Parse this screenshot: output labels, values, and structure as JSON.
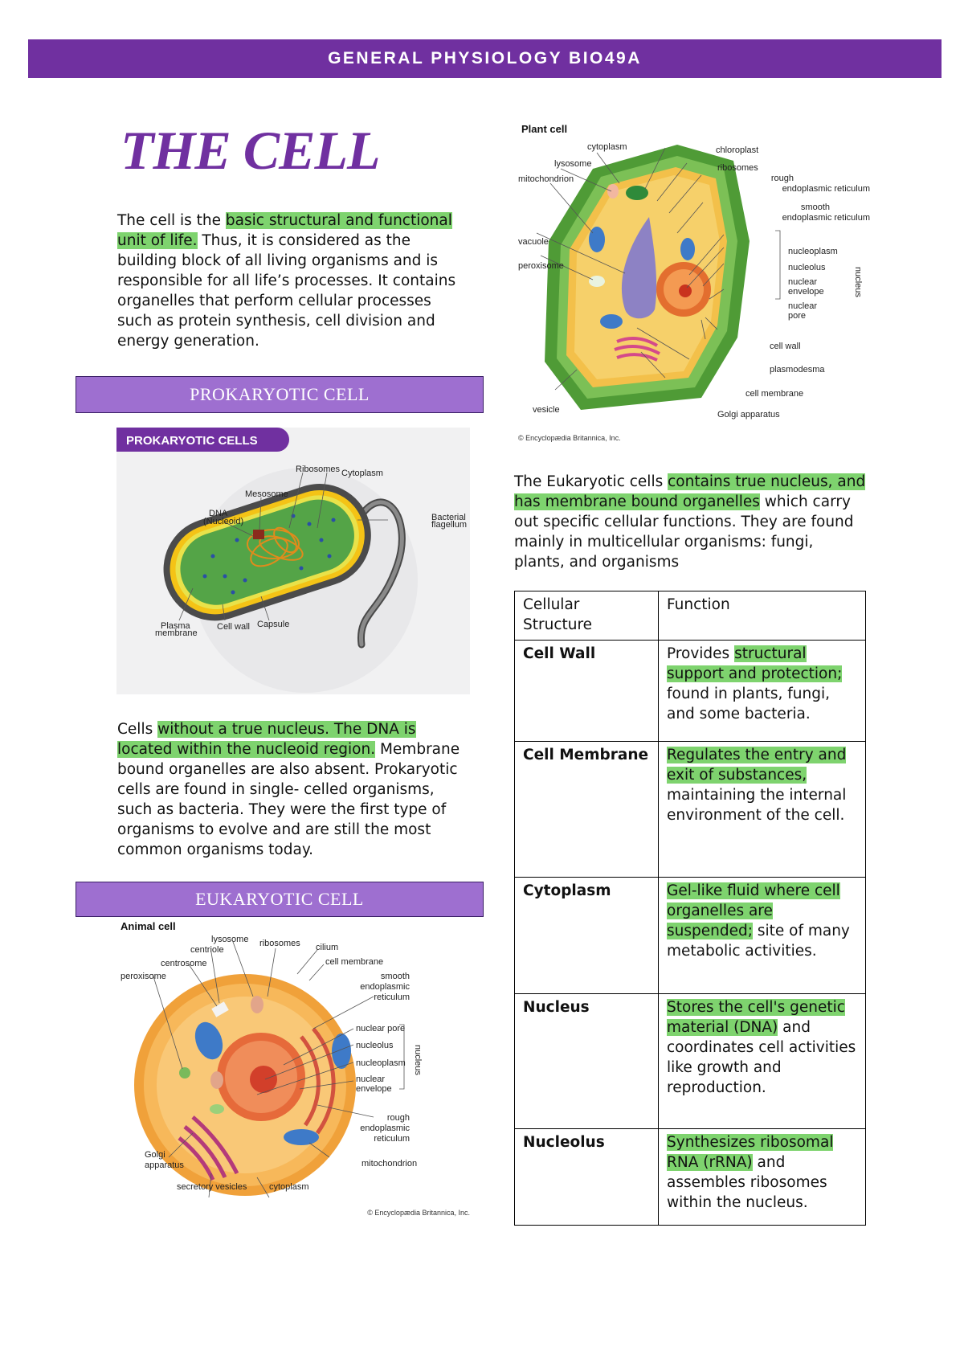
{
  "header": {
    "title": "GENERAL PHYSIOLOGY BIO49A"
  },
  "page_title": "THE CELL",
  "intro": {
    "pre": "The cell is the ",
    "highlight": "basic structural and functional unit of life.",
    "post": " Thus, it is considered as the building block of all living organisms and is responsible for all life’s processes. It contains organelles that perform cellular processes such as protein synthesis, cell division and energy generation."
  },
  "sections": {
    "prokaryotic": "PROKARYOTIC CELL",
    "eukaryotic": "EUKARYOTIC CELL"
  },
  "prokaryotic_figure": {
    "banner": "PROKARYOTIC CELLS",
    "labels": {
      "ribosomes": "Ribosomes",
      "cytoplasm": "Cytoplasm",
      "mesosome": "Mesosome",
      "dna": "DNA",
      "nucleoid": "(Nucleoid)",
      "flagellum_1": "Bacterial",
      "flagellum_2": "flagellum",
      "plasma_1": "Plasma",
      "plasma_2": "membrane",
      "cell_wall": "Cell wall",
      "capsule": "Capsule"
    }
  },
  "prokaryotic_text": {
    "pre": "Cells ",
    "highlight": "without a true nucleus. The DNA is located within the nucleoid region.",
    "post": " Membrane bound organelles are also absent. Prokaryotic cells are found in single- celled organisms, such as bacteria. They were the first type of organisms to evolve and are still the most common organisms today."
  },
  "animal_figure": {
    "title": "Animal cell",
    "credit": "© Encyclopædia Britannica, Inc.",
    "labels": {
      "lysosome": "lysosome",
      "ribosomes": "ribosomes",
      "centriole": "centriole",
      "cilium": "cilium",
      "centrosome": "centrosome",
      "cell_membrane": "cell membrane",
      "peroxisome": "peroxisome",
      "smooth_1": "smooth",
      "smooth_2": "endoplasmic",
      "smooth_3": "reticulum",
      "nuclear_pore": "nuclear pore",
      "nucleolus": "nucleolus",
      "nucleoplasm": "nucleoplasm",
      "nuclear_env_1": "nuclear",
      "nuclear_env_2": "envelope",
      "nucleus": "nucleus",
      "rough_1": "rough",
      "rough_2": "endoplasmic",
      "rough_3": "reticulum",
      "golgi_1": "Golgi",
      "golgi_2": "apparatus",
      "mitochondrion": "mitochondrion",
      "secretory": "secretory vesicles",
      "cytoplasm": "cytoplasm"
    }
  },
  "plant_figure": {
    "title": "Plant cell",
    "credit": "© Encyclopædia Britannica, Inc.",
    "labels": {
      "cytoplasm": "cytoplasm",
      "lysosome": "lysosome",
      "mitochondrion": "mitochondrion",
      "chloroplast": "chloroplast",
      "ribosomes": "ribosomes",
      "rough_1": "rough",
      "rough_2": "endoplasmic reticulum",
      "smooth_1": "smooth",
      "smooth_2": "endoplasmic reticulum",
      "vacuole": "vacuole",
      "peroxisome": "peroxisome",
      "nucleoplasm": "nucleoplasm",
      "nucleolus": "nucleolus",
      "nuclear_env_1": "nuclear",
      "nuclear_env_2": "envelope",
      "nuclear_pore_1": "nuclear",
      "nuclear_pore_2": "pore",
      "nucleus": "nucleus",
      "cell_wall": "cell wall",
      "plasmodesma": "plasmodesma",
      "cell_membrane": "cell membrane",
      "golgi": "Golgi apparatus",
      "vesicle": "vesicle"
    }
  },
  "eukaryotic_text": {
    "pre": "The Eukaryotic cells ",
    "highlight": "contains true nucleus, and has membrane bound organelles",
    "post": " which carry out specific cellular functions. They are found mainly in multicellular organisms: fungi, plants, and organisms"
  },
  "table": {
    "headers": [
      "Cellular Structure",
      "Function"
    ],
    "rows": [
      {
        "structure": "Cell Wall",
        "pre": "Provides ",
        "highlight": "structural support and protection;",
        "post": " found in plants, fungi, and some bacteria."
      },
      {
        "structure": "Cell Membrane",
        "pre": "",
        "highlight": "Regulates the entry and exit of substances,",
        "post": " maintaining the internal environment of the cell."
      },
      {
        "structure": "Cytoplasm",
        "pre": "",
        "highlight": "Gel-like fluid where cell organelles are suspended;",
        "post": " site of many metabolic activities."
      },
      {
        "structure": "Nucleus",
        "pre": "",
        "highlight": "Stores the cell's genetic material (DNA)",
        "post": " and coordinates cell activities like growth and reproduction."
      },
      {
        "structure": "Nucleolus",
        "pre": "",
        "highlight": "Synthesizes ribosomal RNA (rRNA)",
        "post": " and assembles ribosomes within the nucleus."
      }
    ]
  }
}
